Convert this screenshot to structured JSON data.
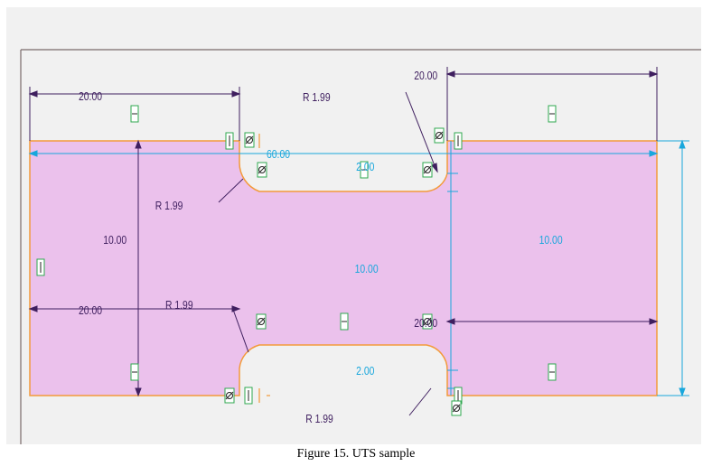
{
  "colors": {
    "fill": "#ebc1ec",
    "outline": "#f39a3a",
    "dim_dark": "#3f1f5f",
    "dim_cyan": "#19a7dc",
    "constraint_green": "#2fa84f",
    "canvas_bg": "#f1f1f1"
  },
  "dimensions": {
    "top_left_width": "20.00",
    "top_right_width": "20.00",
    "total_length": "60.00",
    "left_height": "10.00",
    "right_height": "10.00",
    "middle_height": "10.00",
    "bottom_left_width": "20.00",
    "bottom_right_width": "20.00",
    "upper_step": "2.00",
    "lower_step": "2.00",
    "radius_upper_right": "R 1.99",
    "radius_upper_left": "R 1.99",
    "radius_lower_left": "R 1.99",
    "radius_lower_right": "R 1.99"
  },
  "constraint_icons": [
    "vertical-constraint-icon",
    "horizontal-constraint-icon",
    "tangent-constraint-icon"
  ],
  "caption": "Figure 15. UTS sample"
}
